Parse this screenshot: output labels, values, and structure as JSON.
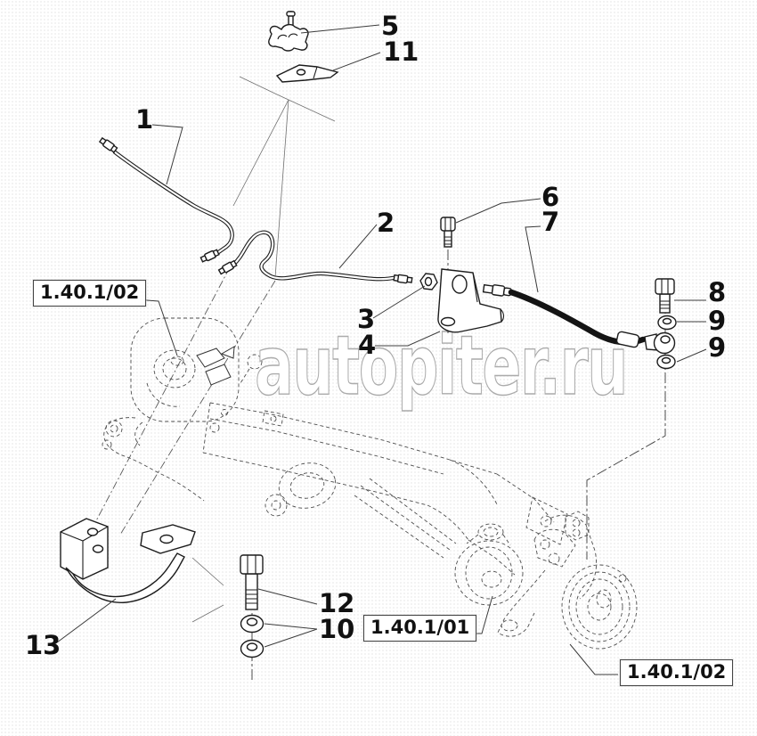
{
  "watermark_text": "autopiter.ru",
  "callouts": {
    "n1": "1",
    "n2": "2",
    "n3": "3",
    "n4": "4",
    "n5": "5",
    "n6": "6",
    "n7": "7",
    "n8": "8",
    "n9a": "9",
    "n9b": "9",
    "n10": "10",
    "n11": "11",
    "n12": "12",
    "n13": "13"
  },
  "ref_labels": {
    "top_left": "1.40.1/02",
    "bottom_center": "1.40.1/01",
    "bottom_right": "1.40.1/02"
  },
  "colors": {
    "line": "#1c1c1c",
    "ghost_line": "#4d4d4d",
    "hose": "#141414",
    "watermark_outline": "#ababab",
    "background": "#ffffff",
    "label_text": "#111111"
  }
}
